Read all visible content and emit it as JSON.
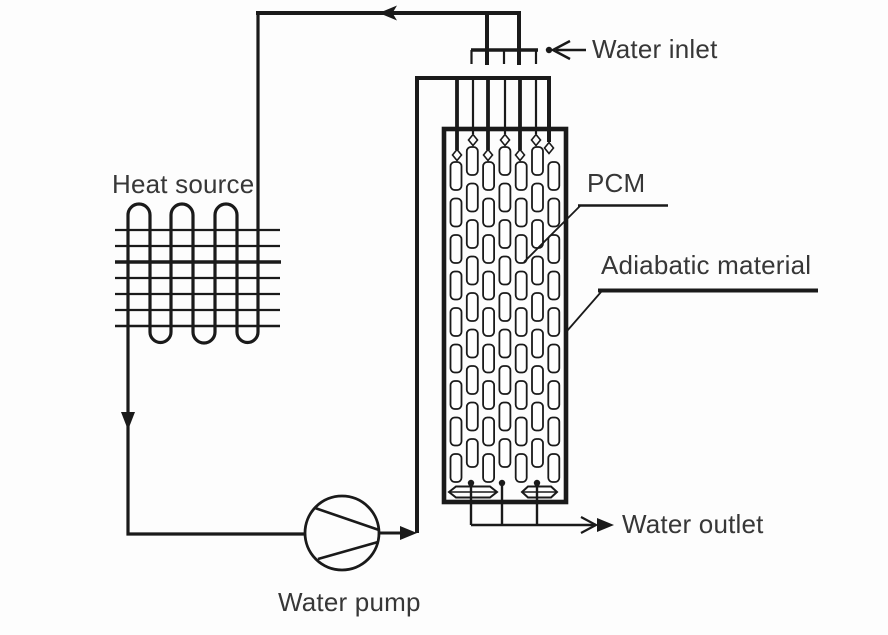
{
  "canvas": {
    "background": "#fdfdfd",
    "ink": "#1a1a1a",
    "text_color": "#373737"
  },
  "labels": {
    "heat_source": "Heat source",
    "water_inlet": "Water inlet",
    "pcm": "PCM",
    "adiabatic_material": "Adiabatic material",
    "water_outlet": "Water outlet",
    "water_pump": "Water pump"
  },
  "tank": {
    "capsule_columns": 7,
    "capsule_rows": 9,
    "inlet_pipe_count": 7,
    "outlet_pipe_count": 3
  }
}
